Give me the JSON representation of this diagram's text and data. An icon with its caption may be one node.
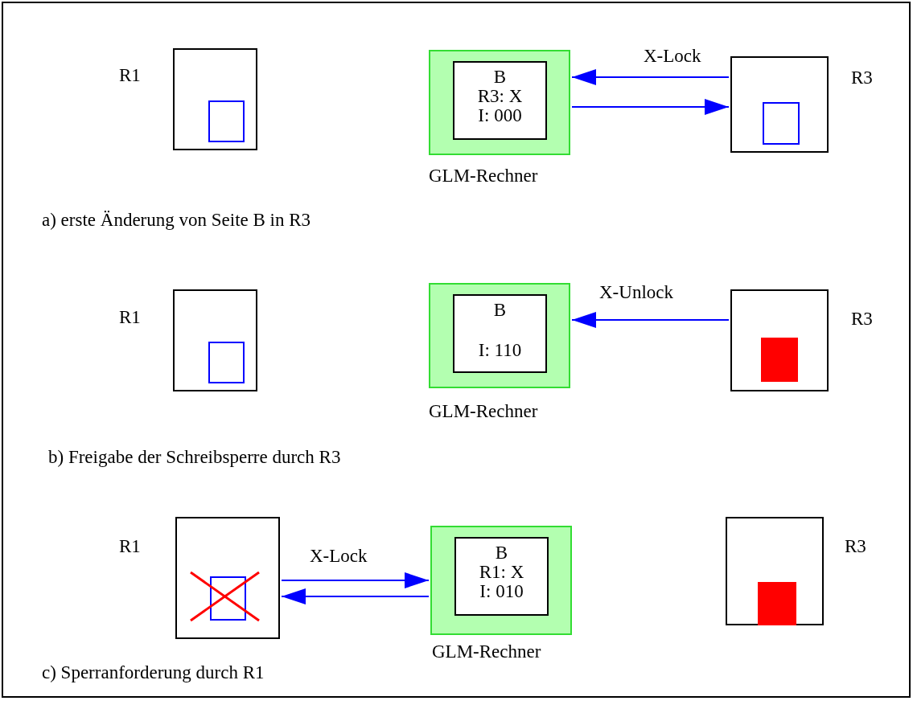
{
  "diagram": {
    "nodes": [
      {
        "text": [],
        "shape": "box",
        "beside": [
          "R1"
        ]
      },
      {
        "text": [],
        "shape": "box",
        "in": 0
      },
      {
        "text": [],
        "shape": "box",
        "beside": [
          "GLM-Rechner"
        ]
      },
      {
        "text": [
          "B",
          "R3: X",
          "I: 000"
        ],
        "in": 2
      },
      {
        "text": [],
        "shape": "box",
        "beside": [
          "R3"
        ]
      },
      {
        "text": [],
        "shape": "box",
        "in": 4
      },
      {
        "text": [],
        "shape": "box",
        "beside": [
          "R1"
        ]
      },
      {
        "text": [],
        "shape": "box",
        "in": 6
      },
      {
        "text": [],
        "shape": "box",
        "beside": [
          "GLM-Rechner"
        ]
      },
      {
        "text": [
          "B",
          "I: 110"
        ],
        "in": 8
      },
      {
        "text": [],
        "shape": "box",
        "beside": [
          "R3"
        ]
      },
      {
        "text": [],
        "shape": "box",
        "in": 10
      },
      {
        "text": [],
        "shape": "box",
        "beside": [
          "R1"
        ]
      },
      {
        "text": [],
        "shape": "box",
        "in": 12
      },
      {
        "text": [],
        "shape": "box",
        "beside": [
          "GLM-Rechner"
        ]
      },
      {
        "text": [
          "B",
          "R1: X",
          "I: 010"
        ],
        "in": 14
      },
      {
        "text": [],
        "shape": "box",
        "beside": [
          "R3"
        ]
      },
      {
        "text": [],
        "shape": "box",
        "in": 16
      }
    ],
    "edges": [
      {
        "from": 4,
        "to": 2,
        "arrow": "to",
        "label": "X-Lock"
      },
      {
        "from": 2,
        "to": 4,
        "arrow": "to"
      },
      {
        "from": 10,
        "to": 8,
        "arrow": "to",
        "label": "X-Unlock"
      },
      {
        "from": 12,
        "to": 14,
        "arrow": "to",
        "label": "X-Lock"
      },
      {
        "from": 14,
        "to": 12,
        "arrow": "to"
      }
    ],
    "labels": [
      "a) erste Änderung von Seite B in R3",
      "b) Freigabe der Schreibsperre durch R3",
      "c) Sperranforderung durch R1"
    ]
  }
}
